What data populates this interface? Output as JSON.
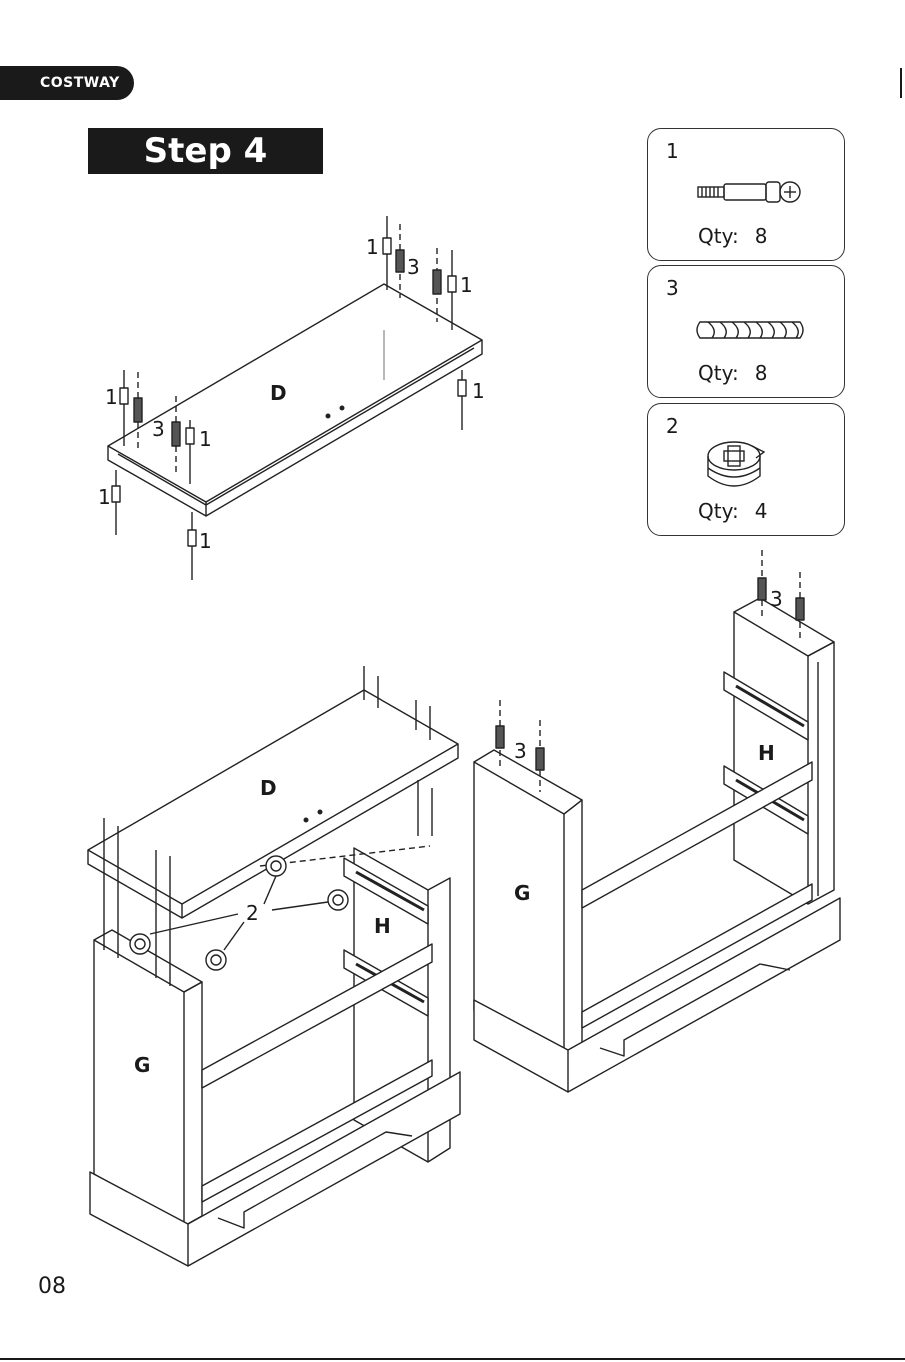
{
  "brand": "COSTWAY",
  "step_title": "Step 4",
  "page_number": "08",
  "hardware": [
    {
      "number": "1",
      "qty_label": "Qty:",
      "qty": "8",
      "icon": "cam-bolt-icon"
    },
    {
      "number": "3",
      "qty_label": "Qty:",
      "qty": "8",
      "icon": "wooden-dowel-icon"
    },
    {
      "number": "2",
      "qty_label": "Qty:",
      "qty": "4",
      "icon": "cam-lock-icon"
    }
  ],
  "panels": {
    "top": "D",
    "side": "G",
    "shelf": "H"
  },
  "callouts": {
    "bolt": "1",
    "dowel": "3",
    "cam": "2"
  }
}
